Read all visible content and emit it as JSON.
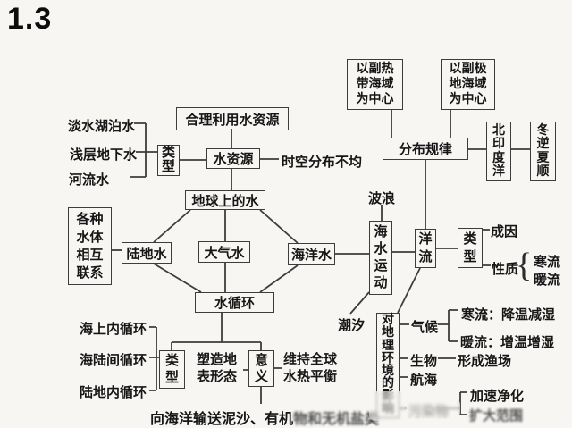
{
  "title": "1.3",
  "colors": {
    "background": "#f7f6f3",
    "line": "#3d3d3d",
    "text": "#161616"
  },
  "water_resources": {
    "utilize": "合理利用水资源",
    "node": "水资源",
    "type_label": "类型",
    "types": [
      "淡水湖泊水",
      "浅层地下水",
      "河流水"
    ],
    "uneven": "时空分布不均"
  },
  "earth_water": {
    "node": "地球上的水",
    "land": "陆地水",
    "atmos": "大气水",
    "ocean": "海洋水",
    "cycle": "水循环",
    "interlink": "各种水体相互联系"
  },
  "water_cycle": {
    "type_label": "类型",
    "types": [
      "海上内循环",
      "海陆间循环",
      "陆地内循环"
    ],
    "meaning_label": "意义",
    "shape_surface": "塑造地表形态",
    "heat_balance": "维持全球水热平衡",
    "transport_p1": "向海洋输送泥沙、有机",
    "transport_p2": "物和无机盐",
    "transport_p3": "类"
  },
  "sea_motion": {
    "node": "海水运动",
    "wave": "波浪",
    "tide": "潮汐"
  },
  "currents": {
    "node": "洋流",
    "rule": "分布规律",
    "subtropical": "以副热带海域为中心",
    "subpolar": "以副极地海域为中心",
    "north_indian": "北印度洋",
    "monsoon": "冬逆夏顺",
    "type_label": "类型",
    "cause": "成因",
    "nature": "性质",
    "cold": "寒流",
    "warm": "暖流",
    "brace": "{"
  },
  "influence": {
    "node": "对地理环境的影响",
    "climate": "气候",
    "cold_effect": "寒流：降温减湿",
    "warm_effect": "暖流：增温增湿",
    "organism": "生物",
    "fishery": "形成渔场",
    "navigation": "航海",
    "pollutant": "污染物",
    "purify": "加速净化",
    "expand": "扩大范围"
  }
}
